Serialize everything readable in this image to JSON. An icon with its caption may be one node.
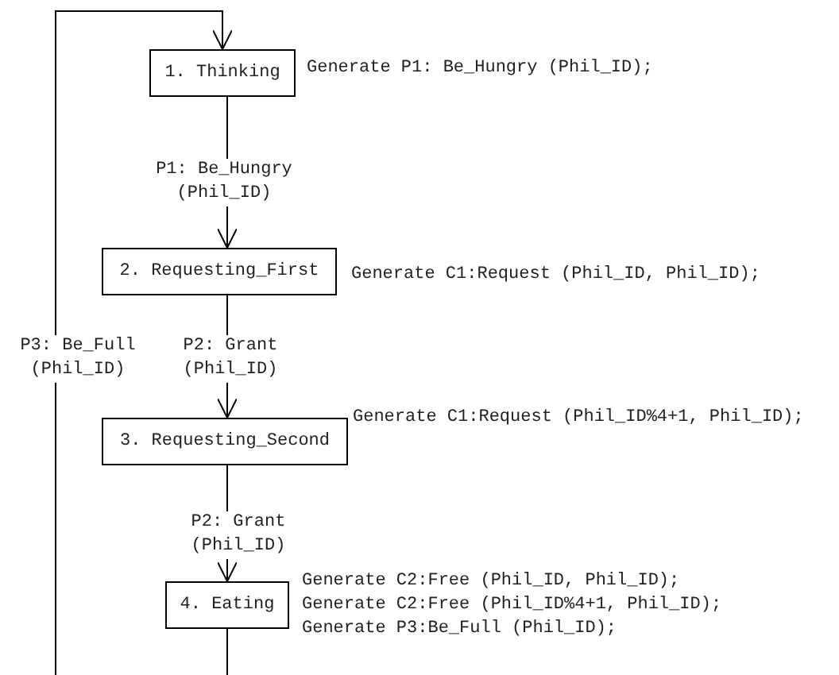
{
  "diagram": {
    "nodes": [
      {
        "text": [
          "1. Thinking"
        ],
        "beside": [
          "Generate P1: Be_Hungry (Phil_ID);"
        ]
      },
      {
        "text": [
          "2. Requesting_First"
        ],
        "beside": [
          "Generate C1:Request (Phil_ID, Phil_ID);"
        ]
      },
      {
        "text": [
          "3. Requesting_Second"
        ],
        "beside": [
          "Generate C1:Request (Phil_ID%4+1, Phil_ID);"
        ]
      },
      {
        "text": [
          "4. Eating"
        ],
        "beside": [
          "Generate C2:Free (Phil_ID, Phil_ID);",
          "Generate C2:Free (Phil_ID%4+1, Phil_ID);",
          "Generate P3:Be_Full (Phil_ID);"
        ]
      }
    ],
    "edges": [
      {
        "from": 0,
        "to": 1,
        "arrow": "to",
        "label": "P1: Be_Hungry (Phil_ID)"
      },
      {
        "from": 1,
        "to": 2,
        "arrow": "to",
        "label": "P2: Grant (Phil_ID)"
      },
      {
        "from": 2,
        "to": 3,
        "arrow": "to",
        "label": "P2: Grant (Phil_ID)"
      },
      {
        "from": 3,
        "to": 0,
        "arrow": "to",
        "label": "P3: Be_Full (Phil_ID)"
      }
    ]
  }
}
